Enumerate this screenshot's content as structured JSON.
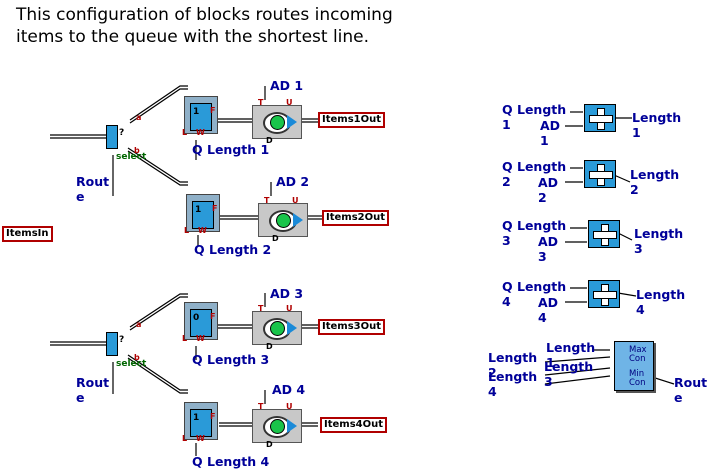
{
  "title": {
    "line1": "This configuration of blocks routes incoming",
    "line2": "items to the queue with the shortest line."
  },
  "left_diagram": {
    "input_label": "ItemsIn",
    "route_top": "Rout e",
    "route_bottom": "Rout e",
    "select_text": "select",
    "select_q": "?",
    "port_a": "a",
    "port_b": "b",
    "lines": [
      {
        "queue_label": "Q Length 1",
        "queue_value": "1",
        "ad_label": "AD 1",
        "output": "Items1Out"
      },
      {
        "queue_label": "Q Length 2",
        "queue_value": "1",
        "ad_label": "AD 2",
        "output": "Items2Out"
      },
      {
        "queue_label": "Q Length 3",
        "queue_value": "0",
        "ad_label": "AD 3",
        "output": "Items3Out"
      },
      {
        "queue_label": "Q Length 4",
        "queue_value": "1",
        "ad_label": "AD 4",
        "output": "Items4Out"
      }
    ],
    "queue_port_letters": {
      "L": "L",
      "W": "W",
      "F": "F"
    },
    "activity_port_letters": {
      "T": "T",
      "U": "U",
      "D": "D"
    }
  },
  "right_diagram": {
    "adders": [
      {
        "q_label": "Q Length 1",
        "ad_label": "AD 1",
        "out_label": "Length 1"
      },
      {
        "q_label": "Q Length 2",
        "ad_label": "AD 2",
        "out_label": "Length 2"
      },
      {
        "q_label": "Q Length 3",
        "ad_label": "AD 3",
        "out_label": "Length 3"
      },
      {
        "q_label": "Q Length 4",
        "ad_label": "AD 4",
        "out_label": "Length 4"
      }
    ],
    "maxmin": {
      "max_label": "Max Con",
      "min_label": "Min Con",
      "out_label": "Rout e",
      "in_labels": [
        "Length 1",
        "Length 2",
        "Length 3",
        "Length 4"
      ]
    }
  },
  "colors": {
    "label_text": "#000099",
    "output_border": "#b00000",
    "block_blue": "#2a9ad8",
    "item_green": "#19c44a"
  }
}
